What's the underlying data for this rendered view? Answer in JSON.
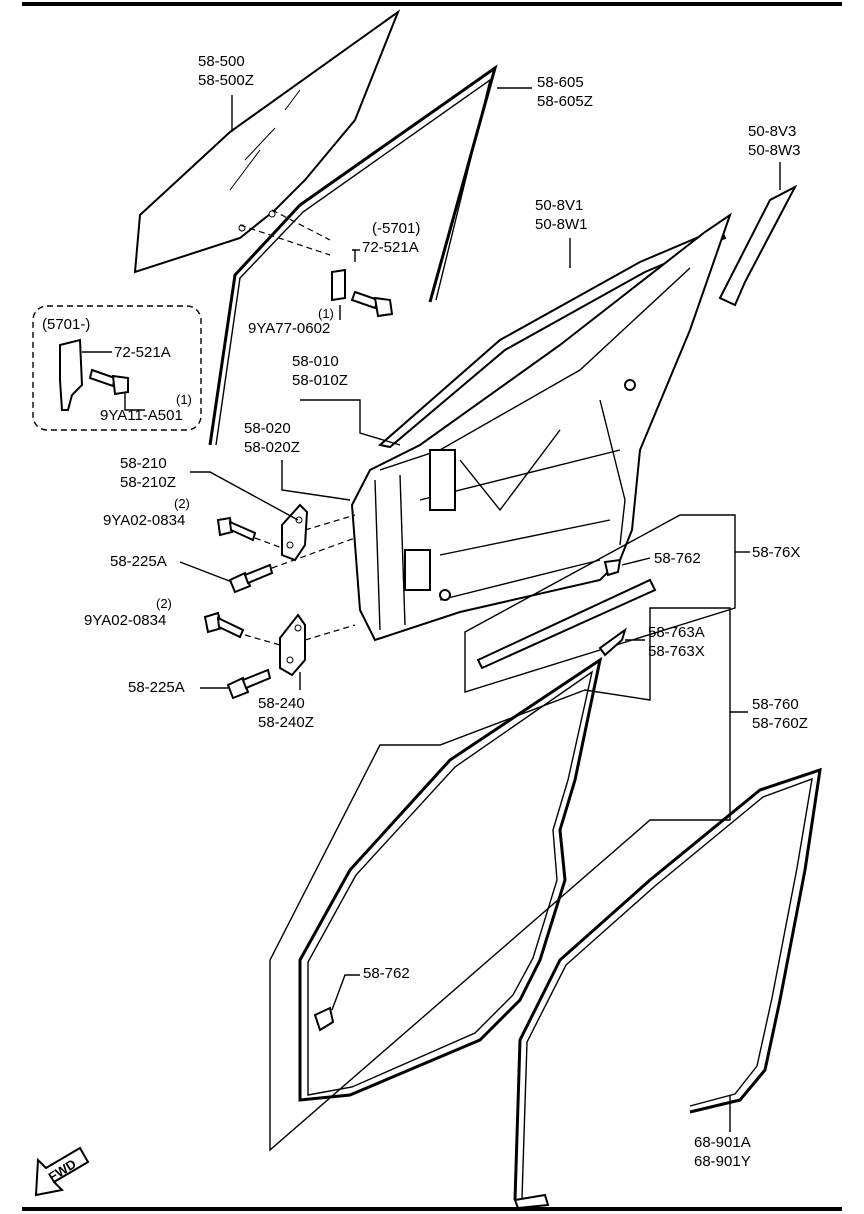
{
  "labels": {
    "glass": [
      "58-500",
      "58-500Z"
    ],
    "run_channel": [
      "58-605",
      "58-605Z"
    ],
    "sash_trim": [
      "50-8V3",
      "50-8W3"
    ],
    "weatherstrip_outer": [
      "50-8V1",
      "50-8W1"
    ],
    "bracket_a_note": "(-5701)",
    "bracket_a": "72-521A",
    "bolt_a_qty": "(1)",
    "bolt_a": "9YA77-0602",
    "inset_title": "(5701-)",
    "inset_bracket": "72-521A",
    "inset_bolt": "9YA11-A501",
    "inset_bolt_qty": "(1)",
    "door_panel": [
      "58-010",
      "58-010Z"
    ],
    "door_shell": [
      "58-020",
      "58-020Z"
    ],
    "upper_hinge": [
      "58-210",
      "58-210Z"
    ],
    "hinge_bolt_upper_qty": "(2)",
    "hinge_bolt_upper": "9YA02-0834",
    "hinge_bolt_b1": "58-225A",
    "hinge_bolt_lower_qty": "(2)",
    "hinge_bolt_lower": "9YA02-0834",
    "hinge_bolt_b2": "58-225A",
    "lower_hinge": [
      "58-240",
      "58-240Z"
    ],
    "clip_top": "58-762",
    "molding_assy": "58-76X",
    "molding_clip": [
      "58-763A",
      "58-763X"
    ],
    "weatherstrip": [
      "58-760",
      "58-760Z"
    ],
    "clip_bottom": "58-762",
    "door_seal": [
      "68-901A",
      "68-901Y"
    ],
    "fwd": "FWD"
  }
}
